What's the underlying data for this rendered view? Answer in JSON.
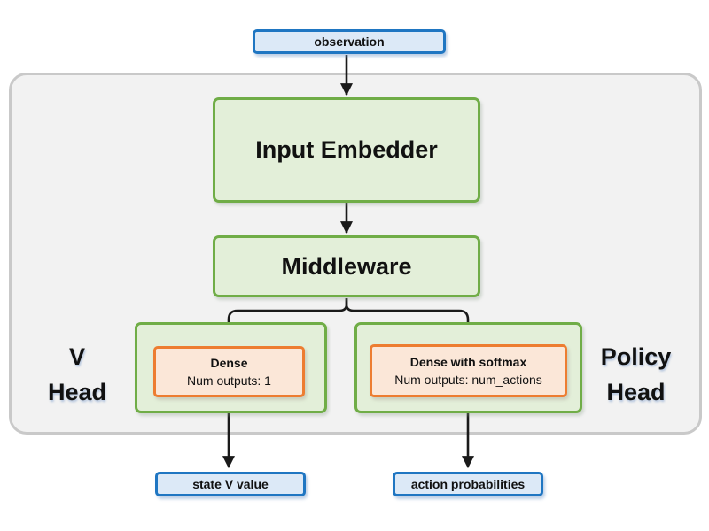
{
  "diagram": {
    "observation": {
      "label": "observation"
    },
    "input_embedder": {
      "label": "Input Embedder"
    },
    "middleware": {
      "label": "Middleware"
    },
    "v_head": {
      "label": "V\nHead",
      "dense_title": "Dense",
      "dense_subtitle": "Num outputs: 1"
    },
    "policy_head": {
      "label": "Policy\nHead",
      "dense_title": "Dense with softmax",
      "dense_subtitle": "Num outputs: num_actions"
    },
    "outputs": {
      "state_v_value": "state V value",
      "action_probabilities": "action probabilities"
    },
    "colors": {
      "blue_border": "#1F76C2",
      "blue_fill": "#DCE9F7",
      "green_border": "#70AD47",
      "green_fill": "#E3EFD9",
      "orange_border": "#ED7D31",
      "orange_fill": "#FBE7D8",
      "container_fill": "#F2F2F2",
      "container_border": "#C9C9C9",
      "arrow": "#1A1A1A"
    }
  }
}
